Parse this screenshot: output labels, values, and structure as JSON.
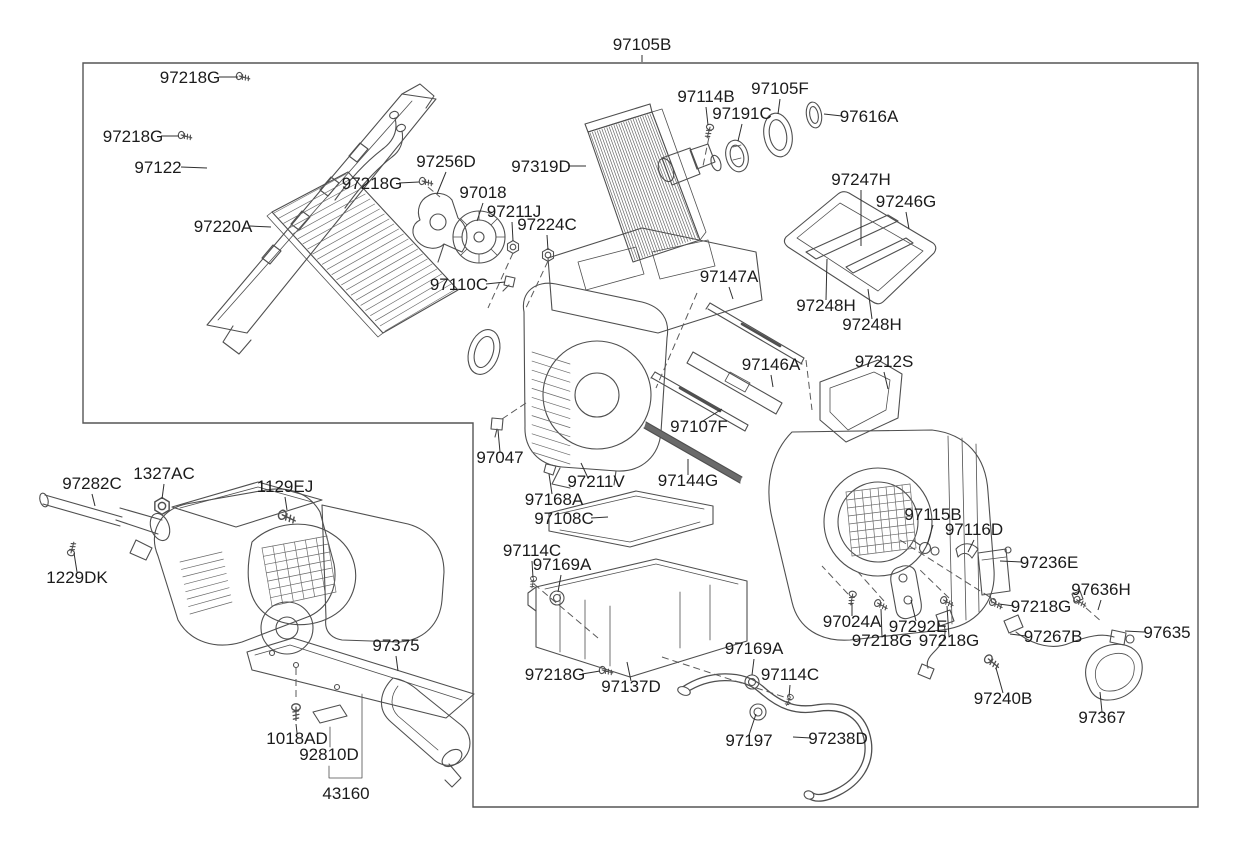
{
  "diagram_kind": "exploded-parts-diagram",
  "colors": {
    "background": "#ffffff",
    "line": "#4f4f4f",
    "text": "#1b1b1b"
  },
  "assembly": {
    "main_label": "97105B"
  },
  "callouts": [
    {
      "text": "97218G"
    },
    {
      "text": "97218G"
    },
    {
      "text": "97122"
    },
    {
      "text": "97220A"
    },
    {
      "text": "97256D"
    },
    {
      "text": "97218G"
    },
    {
      "text": "97018"
    },
    {
      "text": "97211J"
    },
    {
      "text": "97224C"
    },
    {
      "text": "97110C"
    },
    {
      "text": "97319D"
    },
    {
      "text": "97105B"
    },
    {
      "text": "97114B"
    },
    {
      "text": "97191C"
    },
    {
      "text": "97105F"
    },
    {
      "text": "97616A"
    },
    {
      "text": "97247H"
    },
    {
      "text": "97246G"
    },
    {
      "text": "97248H"
    },
    {
      "text": "97248H"
    },
    {
      "text": "97147A"
    },
    {
      "text": "97146A"
    },
    {
      "text": "97212S"
    },
    {
      "text": "97107F"
    },
    {
      "text": "97047"
    },
    {
      "text": "97211V"
    },
    {
      "text": "97168A"
    },
    {
      "text": "97108C"
    },
    {
      "text": "97144G"
    },
    {
      "text": "97114C"
    },
    {
      "text": "97169A"
    },
    {
      "text": "97218G"
    },
    {
      "text": "97137D"
    },
    {
      "text": "97169A"
    },
    {
      "text": "97114C"
    },
    {
      "text": "97197"
    },
    {
      "text": "97238D"
    },
    {
      "text": "97024A"
    },
    {
      "text": "97292E"
    },
    {
      "text": "97218G"
    },
    {
      "text": "97218G"
    },
    {
      "text": "97115B"
    },
    {
      "text": "97116D"
    },
    {
      "text": "97236E"
    },
    {
      "text": "97218G"
    },
    {
      "text": "97636H"
    },
    {
      "text": "97635"
    },
    {
      "text": "97267B"
    },
    {
      "text": "97240B"
    },
    {
      "text": "97367"
    },
    {
      "text": "97282C"
    },
    {
      "text": "1327AC"
    },
    {
      "text": "1129EJ"
    },
    {
      "text": "1229DK"
    },
    {
      "text": "97375"
    },
    {
      "text": "1018AD"
    },
    {
      "text": "92810D"
    },
    {
      "text": "43160"
    }
  ]
}
